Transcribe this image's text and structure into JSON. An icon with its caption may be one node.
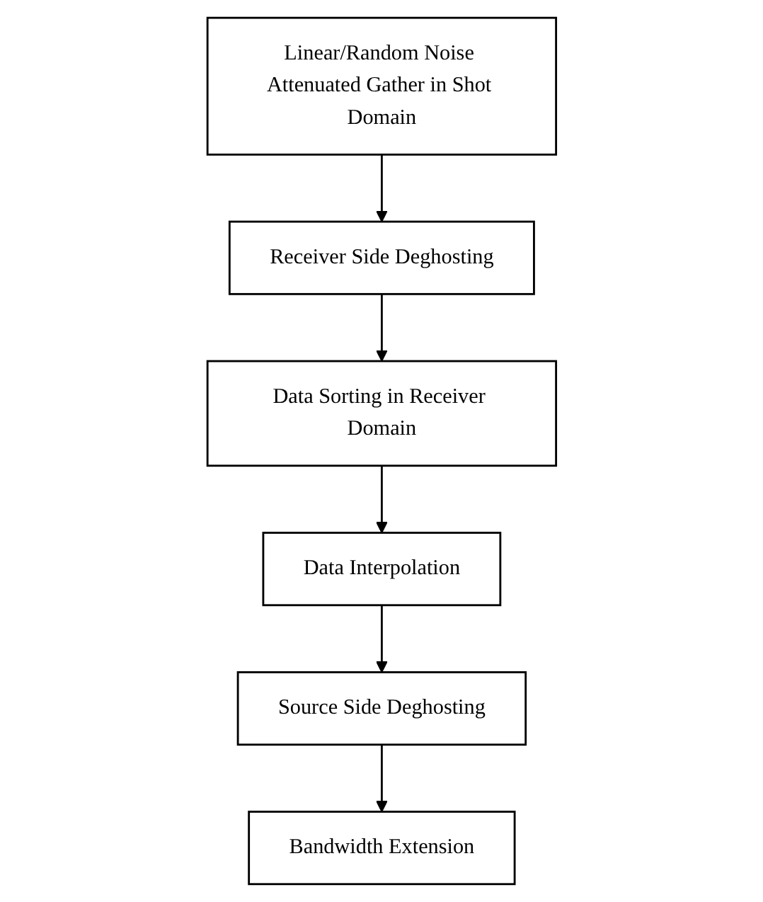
{
  "diagram": {
    "nodes": [
      {
        "text": [
          "Linear/Random Noise Attenuated Gather in Shot Domain"
        ]
      },
      {
        "text": [
          "Receiver Side Deghosting"
        ]
      },
      {
        "text": [
          "Data Sorting in Receiver Domain"
        ]
      },
      {
        "text": [
          "Data Interpolation"
        ]
      },
      {
        "text": [
          "Source Side Deghosting"
        ]
      },
      {
        "text": [
          "Bandwidth Extension"
        ]
      }
    ],
    "edges": [
      {
        "from": 0,
        "to": 1,
        "arrow": "to"
      },
      {
        "from": 1,
        "to": 2,
        "arrow": "to"
      },
      {
        "from": 2,
        "to": 3,
        "arrow": "to"
      },
      {
        "from": 3,
        "to": 4,
        "arrow": "to"
      },
      {
        "from": 4,
        "to": 5,
        "arrow": "to"
      }
    ]
  }
}
